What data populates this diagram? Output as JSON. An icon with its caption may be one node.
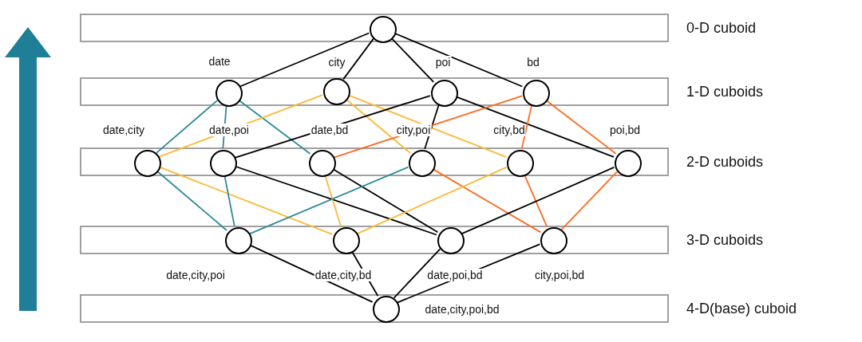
{
  "diagram": {
    "nodes": [
      {
        "text": [
          "0-D cuboid"
        ]
      },
      {
        "text": [],
        "shape": "circle",
        "in": 0
      },
      {
        "text": [
          "1-D cuboids"
        ]
      },
      {
        "text": [],
        "shape": "circle",
        "beside": [
          "date"
        ],
        "in": 2
      },
      {
        "text": [],
        "shape": "circle",
        "beside": [
          "city"
        ],
        "in": 2
      },
      {
        "text": [],
        "shape": "circle",
        "beside": [
          "poi"
        ],
        "in": 2
      },
      {
        "text": [],
        "shape": "circle",
        "beside": [
          "bd"
        ],
        "in": 2
      },
      {
        "text": [
          "2-D cuboids"
        ]
      },
      {
        "text": [],
        "shape": "circle",
        "beside": [
          "date,city"
        ],
        "in": 7
      },
      {
        "text": [],
        "shape": "circle",
        "beside": [
          "date,poi"
        ],
        "in": 7
      },
      {
        "text": [],
        "shape": "circle",
        "beside": [
          "date,bd"
        ],
        "in": 7
      },
      {
        "text": [],
        "shape": "circle",
        "beside": [
          "city,poi"
        ],
        "in": 7
      },
      {
        "text": [],
        "shape": "circle",
        "beside": [
          "city,bd"
        ],
        "in": 7
      },
      {
        "text": [],
        "shape": "circle",
        "beside": [
          "poi,bd"
        ],
        "in": 7
      },
      {
        "text": [
          "3-D cuboids"
        ]
      },
      {
        "text": [],
        "shape": "circle",
        "beside": [
          "date,city,poi"
        ],
        "in": 14
      },
      {
        "text": [],
        "shape": "circle",
        "beside": [
          "date,city,bd"
        ],
        "in": 14
      },
      {
        "text": [],
        "shape": "circle",
        "beside": [
          "date,poi,bd"
        ],
        "in": 14
      },
      {
        "text": [],
        "shape": "circle",
        "beside": [
          "city,poi,bd"
        ],
        "in": 14
      },
      {
        "text": [
          "4-D(base) cuboid"
        ]
      },
      {
        "text": [],
        "shape": "circle",
        "beside": [
          "date,city,poi,bd"
        ],
        "in": 19
      }
    ],
    "edges": [
      {
        "from": 1,
        "to": 3,
        "arrow": "none"
      },
      {
        "from": 1,
        "to": 4,
        "arrow": "none"
      },
      {
        "from": 1,
        "to": 5,
        "arrow": "none"
      },
      {
        "from": 1,
        "to": 6,
        "arrow": "none"
      },
      {
        "from": 3,
        "to": 8,
        "arrow": "none",
        "color": "#2a8a9a"
      },
      {
        "from": 3,
        "to": 9,
        "arrow": "none",
        "color": "#2a8a9a"
      },
      {
        "from": 3,
        "to": 10,
        "arrow": "none",
        "color": "#2a8a9a"
      },
      {
        "from": 4,
        "to": 8,
        "arrow": "none",
        "color": "#fbb936"
      },
      {
        "from": 4,
        "to": 11,
        "arrow": "none",
        "color": "#fbb936"
      },
      {
        "from": 4,
        "to": 12,
        "arrow": "none",
        "color": "#fbb936"
      },
      {
        "from": 5,
        "to": 9,
        "arrow": "none"
      },
      {
        "from": 5,
        "to": 11,
        "arrow": "none"
      },
      {
        "from": 5,
        "to": 13,
        "arrow": "none"
      },
      {
        "from": 6,
        "to": 10,
        "arrow": "none",
        "color": "#fd6a21"
      },
      {
        "from": 6,
        "to": 12,
        "arrow": "none",
        "color": "#fd6a21"
      },
      {
        "from": 6,
        "to": 13,
        "arrow": "none",
        "color": "#fd6a21"
      },
      {
        "from": 8,
        "to": 15,
        "arrow": "none",
        "color": "#2a8a9a"
      },
      {
        "from": 8,
        "to": 16,
        "arrow": "none",
        "color": "#fbb936"
      },
      {
        "from": 9,
        "to": 15,
        "arrow": "none",
        "color": "#2a8a9a"
      },
      {
        "from": 9,
        "to": 17,
        "arrow": "none"
      },
      {
        "from": 10,
        "to": 16,
        "arrow": "none",
        "color": "#fbb936"
      },
      {
        "from": 10,
        "to": 17,
        "arrow": "none"
      },
      {
        "from": 11,
        "to": 15,
        "arrow": "none",
        "color": "#2a8a9a"
      },
      {
        "from": 11,
        "to": 18,
        "arrow": "none",
        "color": "#fd6a21"
      },
      {
        "from": 12,
        "to": 16,
        "arrow": "none",
        "color": "#fbb936"
      },
      {
        "from": 12,
        "to": 18,
        "arrow": "none",
        "color": "#fd6a21"
      },
      {
        "from": 13,
        "to": 17,
        "arrow": "none"
      },
      {
        "from": 13,
        "to": 18,
        "arrow": "none",
        "color": "#fd6a21"
      },
      {
        "from": 15,
        "to": 20,
        "arrow": "none"
      },
      {
        "from": 16,
        "to": 20,
        "arrow": "none"
      },
      {
        "from": 17,
        "to": 20,
        "arrow": "none"
      },
      {
        "from": 18,
        "to": 20,
        "arrow": "none"
      }
    ]
  }
}
